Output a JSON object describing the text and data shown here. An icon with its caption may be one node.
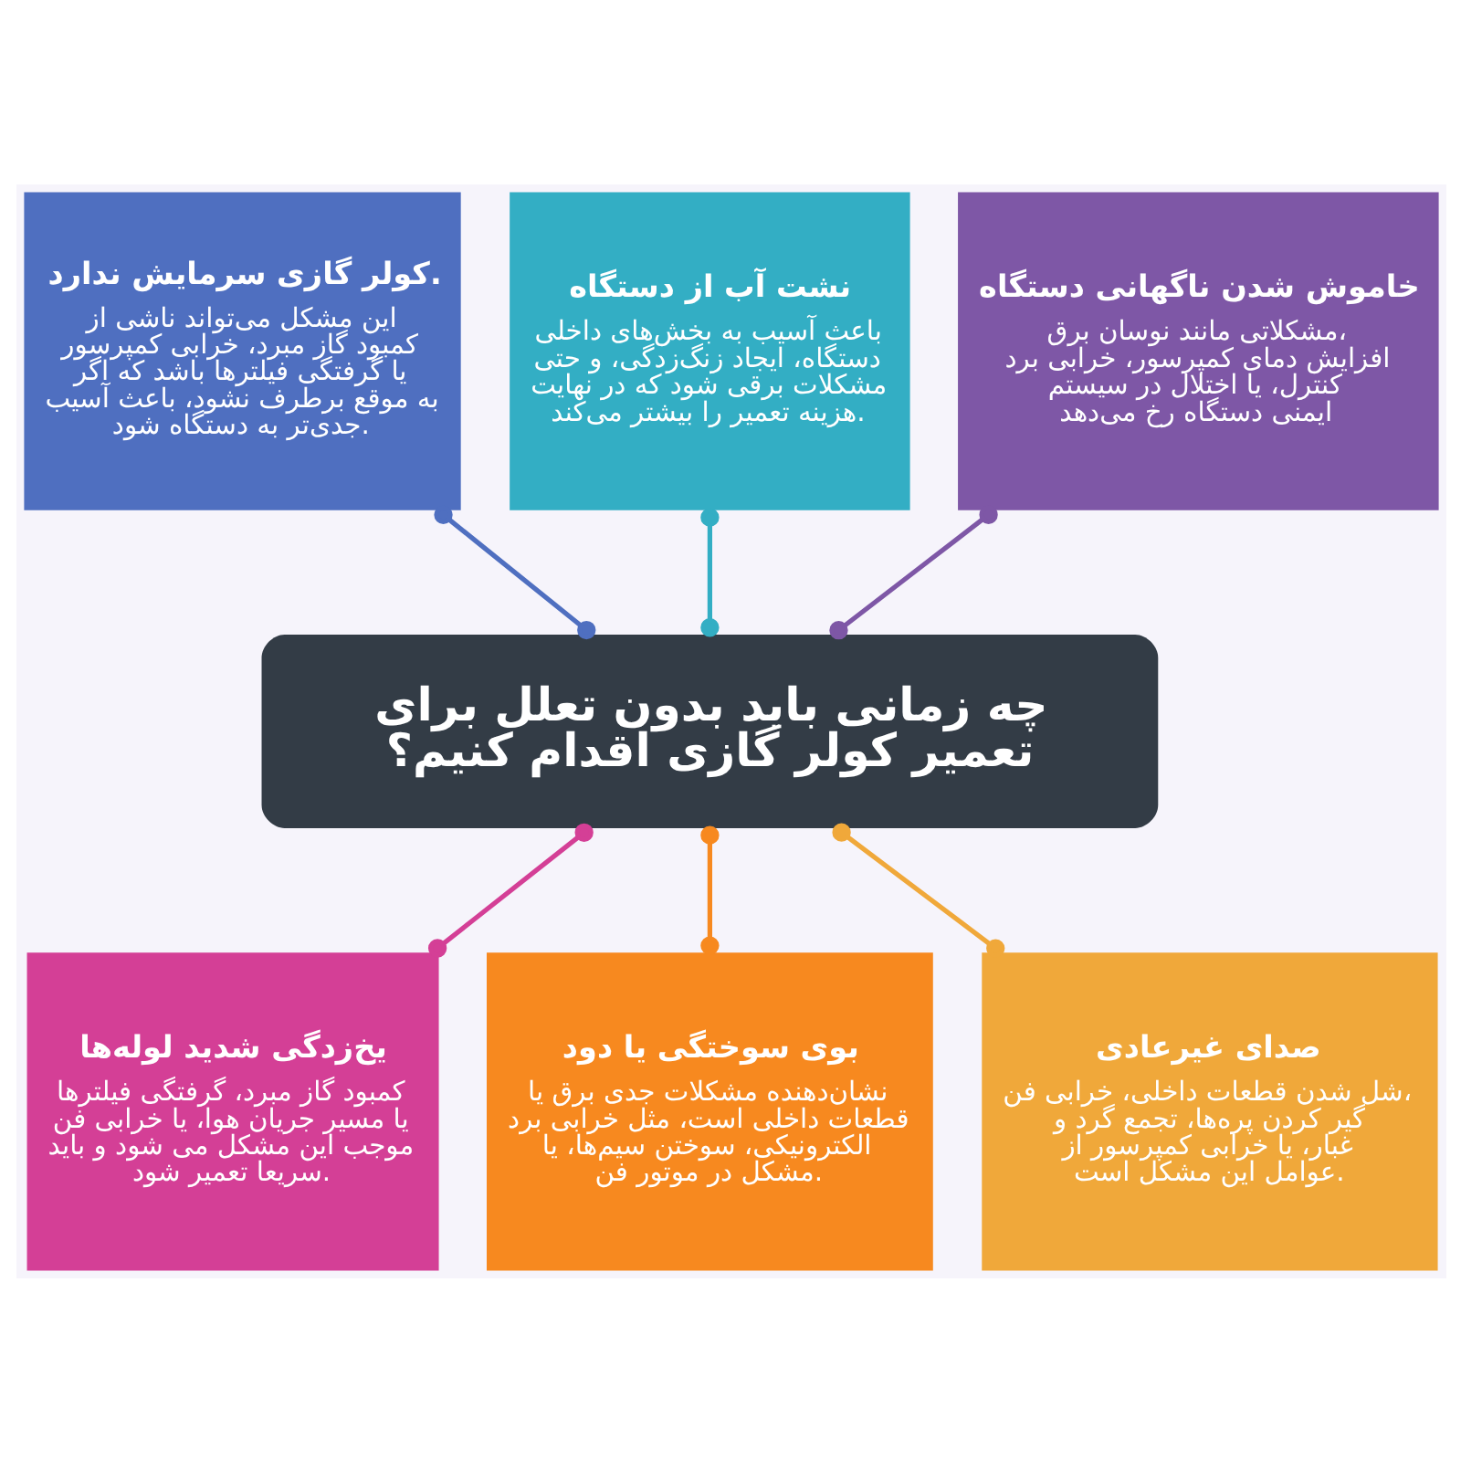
{
  "diagram": {
    "nodes": [
      {
        "text": [
          "خاموش شدن ناگهانی دستگاه",
          "مشکلاتی مانند نوسان برق، افزایش دمای کمپرسور، خرابی برد کنترل، یا اختلال در سیستم ایمنی دستگاه رخ می‌دهد"
        ]
      },
      {
        "text": [
          "نشت آب از دستگاه",
          "باعث آسیب به بخش‌های داخلی دستگاه، ایجاد زنگ‌زدگی، و حتی مشکلات برقی شود که در نهایت هزینه تعمیر را بیشتر می‌کند."
        ]
      },
      {
        "text": [
          "کولر گازی سرمایش ندارد.",
          "این مشکل می‌تواند ناشی از کمبود گاز مبرد، خرابی کمپرسور یا گرفتگی فیلترها باشد که اگر به موقع برطرف نشود، باعث آسیب جدی‌تر به دستگاه شود."
        ]
      },
      {
        "text": [
          "چه زمانی باید بدون تعلل برای تعمیر کولر گازی اقدام کنیم؟"
        ]
      },
      {
        "text": [
          "صدای غیرعادی",
          "شل شدن قطعات داخلی، خرابی فن، گیر کردن پره‌ها، تجمع گرد و غبار، یا خرابی کمپرسور از عوامل این مشکل است."
        ]
      },
      {
        "text": [
          "بوی سوختگی یا دود",
          "نشان‌دهنده مشکلات جدی برق یا قطعات داخلی است، مثل خرابی برد الکترونیکی، سوختن سیم‌ها، یا مشکل در موتور فن."
        ]
      },
      {
        "text": [
          "یخ‌زدگی شدید لوله‌ها",
          "کمبود گاز مبرد، گرفتگی فیلترها یا مسیر جریان هوا، یا خرابی فن موجب این مشکل می شود و باید سریعا تعمیر شود."
        ]
      }
    ],
    "edges": [
      {
        "from": 0,
        "to": 3,
        "arrow": "other",
        "color": "#7e57a6"
      },
      {
        "from": 1,
        "to": 3,
        "arrow": "other",
        "color": "#33aec4"
      },
      {
        "from": 2,
        "to": 3,
        "arrow": "other",
        "color": "#4f6fc0"
      },
      {
        "from": 3,
        "to": 4,
        "arrow": "other",
        "color": "#f0a83a"
      },
      {
        "from": 3,
        "to": 5,
        "arrow": "other",
        "color": "#f7891f"
      },
      {
        "from": 3,
        "to": 6,
        "arrow": "other",
        "color": "#d43f96"
      }
    ]
  }
}
